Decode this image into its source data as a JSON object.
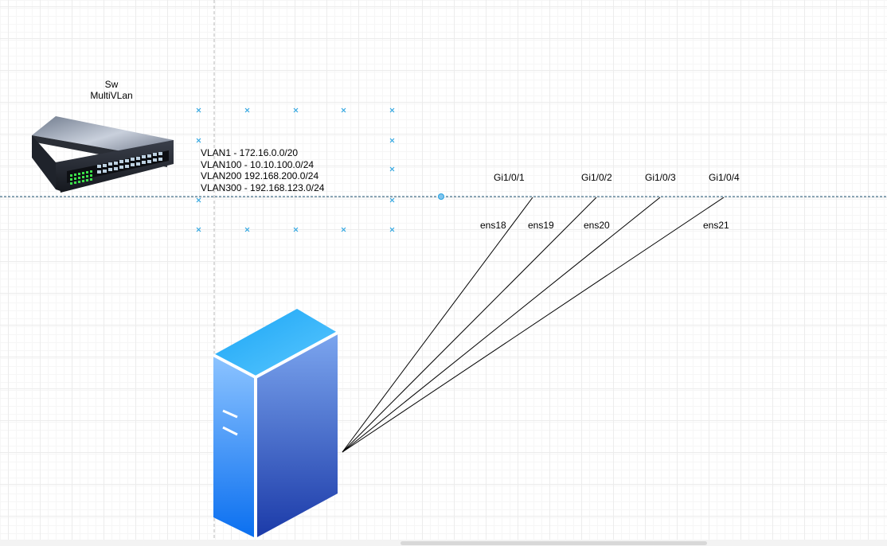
{
  "switch": {
    "name_line1": "Sw",
    "name_line2": "MultiVLan",
    "icon": "network-switch-icon"
  },
  "vlans": [
    "VLAN1 - 172.16.0.0/20",
    "VLAN100 - 10.10.100.0/24",
    "VLAN200 192.168.200.0/24",
    "VLAN300 - 192.168.123.0/24"
  ],
  "switch_ports": [
    "Gi1/0/1",
    "Gi1/0/2",
    "Gi1/0/3",
    "Gi1/0/4"
  ],
  "server": {
    "icon": "server-icon",
    "interfaces": [
      "ens18",
      "ens19",
      "ens20",
      "ens21"
    ]
  },
  "colors": {
    "guide_line": "#1a4d6e",
    "selection_handle": "#29a3e0",
    "link": "#000000"
  }
}
